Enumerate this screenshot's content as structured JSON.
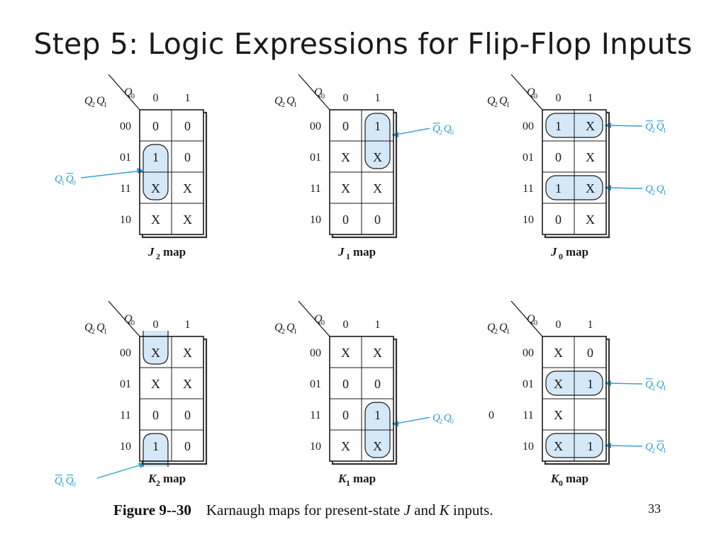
{
  "title": "Step 5: Logic Expressions for Flip-Flop Inputs",
  "colors": {
    "accent": "#2a9fd6",
    "highlight": "#d4e8f7",
    "line": "#1a1a1a"
  },
  "row_labels": [
    "00",
    "01",
    "11",
    "10"
  ],
  "col_labels": [
    "0",
    "1"
  ],
  "maps": [
    {
      "id": "j2",
      "var": "J",
      "sub": "2",
      "word": "map",
      "cells": [
        [
          "0",
          "0"
        ],
        [
          "1",
          "0"
        ],
        [
          "X",
          "X"
        ],
        [
          "X",
          "X"
        ]
      ],
      "groups": [
        {
          "rows": [
            1,
            2
          ],
          "cols": [
            0,
            0
          ],
          "label": "Q1Q0bar",
          "side": "left",
          "target_row": 1.5
        }
      ]
    },
    {
      "id": "j1",
      "var": "J",
      "sub": "1",
      "word": "map",
      "cells": [
        [
          "0",
          "1"
        ],
        [
          "X",
          "X"
        ],
        [
          "X",
          "X"
        ],
        [
          "0",
          "0"
        ]
      ],
      "groups": [
        {
          "rows": [
            0,
            1
          ],
          "cols": [
            1,
            1
          ],
          "label": "Q2barQ0",
          "side": "right",
          "target_row": 0.3
        }
      ]
    },
    {
      "id": "j0",
      "var": "J",
      "sub": "0",
      "word": "map",
      "cells": [
        [
          "1",
          "X"
        ],
        [
          "0",
          "X"
        ],
        [
          "1",
          "X"
        ],
        [
          "0",
          "X"
        ]
      ],
      "groups": [
        {
          "rows": [
            0,
            0
          ],
          "cols": [
            0,
            1
          ],
          "label": "Q2barQ1bar",
          "side": "right",
          "target_row": 0
        },
        {
          "rows": [
            2,
            2
          ],
          "cols": [
            0,
            1
          ],
          "label": "Q2Q1",
          "side": "right",
          "target_row": 2
        }
      ]
    },
    {
      "id": "k2",
      "var": "K",
      "sub": "2",
      "word": "map",
      "cells": [
        [
          "X",
          "X"
        ],
        [
          "X",
          "X"
        ],
        [
          "0",
          "0"
        ],
        [
          "1",
          "0"
        ]
      ],
      "groups": [
        {
          "rows": [
            0,
            0
          ],
          "cols": [
            0,
            0
          ],
          "label": "",
          "side": "none",
          "cap": "bottom"
        },
        {
          "rows": [
            3,
            3
          ],
          "cols": [
            0,
            0
          ],
          "label": "Q1barQ0bar",
          "side": "left-below",
          "target_row": 3,
          "cap": "top"
        }
      ]
    },
    {
      "id": "k1",
      "var": "K",
      "sub": "1",
      "word": "map",
      "cells": [
        [
          "X",
          "X"
        ],
        [
          "0",
          "0"
        ],
        [
          "0",
          "1"
        ],
        [
          "X",
          "X"
        ]
      ],
      "groups": [
        {
          "rows": [
            2,
            3
          ],
          "cols": [
            1,
            1
          ],
          "label": "Q2Q0",
          "side": "right",
          "target_row": 2.3
        }
      ]
    },
    {
      "id": "k0",
      "var": "K",
      "sub": "0",
      "word": "map",
      "cells": [
        [
          "X",
          "0"
        ],
        [
          "X",
          "1"
        ],
        [
          "X",
          ""
        ],
        [
          "X",
          "1"
        ]
      ],
      "stray": "0",
      "groups": [
        {
          "rows": [
            1,
            1
          ],
          "cols": [
            0,
            1
          ],
          "label": "Q2barQ1",
          "side": "right",
          "target_row": 1
        },
        {
          "rows": [
            3,
            3
          ],
          "cols": [
            0,
            1
          ],
          "label": "Q2Q1bar",
          "side": "right",
          "target_row": 3
        }
      ]
    }
  ],
  "caption": {
    "figure": "Figure 9--30",
    "text_1": "Karnaugh maps for present-state",
    "var_j": "J",
    "and": "and",
    "var_k": "K",
    "text_2": "inputs."
  },
  "page_number": "33"
}
